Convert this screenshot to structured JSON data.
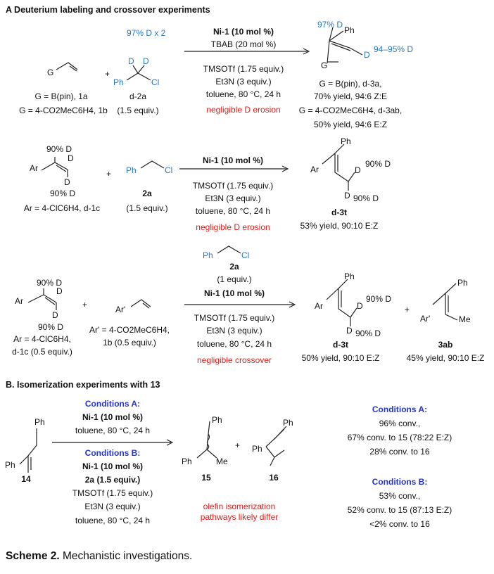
{
  "section_a": {
    "title": "A Deuterium labeling and crossover experiments",
    "row1": {
      "g_label": "G",
      "plus": "+",
      "reagent_top": "97% D x 2",
      "reagent_d1": "D",
      "reagent_d2": "D",
      "reagent_ph": "Ph",
      "reagent_cl": "Cl",
      "cond_catalyst": "Ni-1 (10 mol %)",
      "cond_additive": "TBAB (20 mol %)",
      "cond_tmsotf": "TMSOTf (1.75 equiv.)",
      "cond_base": "Et3N (3 equiv.)",
      "cond_solvent": "toluene, 80 °C, 24 h",
      "cond_note": "negligible D erosion",
      "sub_line1": "G = B(pin), 1a",
      "sub_line2": "G = 4-CO2MeC6H4, 1b",
      "reagent_name": "d-2a",
      "reagent_equiv": "(1.5 equiv.)",
      "prod_top_d": "97% D",
      "prod_ph": "Ph",
      "prod_g": "G",
      "prod_d": "D",
      "prod_d_pct": "94–95% D",
      "prod_line1": "G = B(pin), d-3a,",
      "prod_line2": "70% yield, 94:6 Z:E",
      "prod_line3": "G = 4-CO2MeC6H4, d-3ab,",
      "prod_line4": "50% yield, 94:6 E:Z"
    },
    "row2": {
      "top_pct": "90% D",
      "ar": "Ar",
      "d_a": "D",
      "d_b": "D",
      "bot_pct": "90% D",
      "ar_def": "Ar = 4-ClC6H4, d-1c",
      "plus": "+",
      "reagent_ph": "Ph",
      "reagent_cl": "Cl",
      "reagent_name": "2a",
      "reagent_equiv": "(1.5 equiv.)",
      "cond_catalyst": "Ni-1 (10 mol %)",
      "cond_tmsotf": "TMSOTf (1.75 equiv.)",
      "cond_base": "Et3N (3 equiv.)",
      "cond_solvent": "toluene, 80 °C, 24 h",
      "cond_note": "negligible D erosion",
      "prod_ph": "Ph",
      "prod_ar": "Ar",
      "prod_d1": "D",
      "prod_d1_pct": "90% D",
      "prod_d2": "D",
      "prod_d2_pct": "90% D",
      "prod_name": "d-3t",
      "prod_yield": "53% yield, 90:10 E:Z"
    },
    "row3": {
      "top_pct": "90% D",
      "ar": "Ar",
      "d_a": "D",
      "d_b": "D",
      "bot_pct": "90% D",
      "ar_def": "Ar = 4-ClC6H4,",
      "ar_def2": "d-1c (0.5 equiv.)",
      "plus1": "+",
      "ar2": "Ar'",
      "ar2_def": "Ar' = 4-CO2MeC6H4,",
      "ar2_def2": "1b (0.5 equiv.)",
      "reagent_ph": "Ph",
      "reagent_cl": "Cl",
      "reagent_name": "2a",
      "reagent_equiv": "(1 equiv.)",
      "cond_catalyst": "Ni-1 (10 mol %)",
      "cond_tmsotf": "TMSOTf (1.75 equiv.)",
      "cond_base": "Et3N (3 equiv.)",
      "cond_solvent": "toluene, 80 °C, 24 h",
      "cond_note": "negligible crossover",
      "prod_ph": "Ph",
      "prod_ar": "Ar",
      "prod_d1": "D",
      "prod_d1_pct": "90% D",
      "prod_d2": "D",
      "prod_d2_pct": "90% D",
      "prod_name": "d-3t",
      "prod_yield": "50% yield, 90:10 E:Z",
      "plus2": "+",
      "prod2_ph": "Ph",
      "prod2_ar": "Ar'",
      "prod2_me": "Me",
      "prod2_name": "3ab",
      "prod2_yield": "45% yield, 90:10 E:Z"
    }
  },
  "section_b": {
    "title": "B. Isomerization experiments with 13",
    "start_ph_top": "Ph",
    "start_ph_left": "Ph",
    "start_name": "14",
    "cond_a_title": "Conditions A:",
    "cond_a_catalyst": "Ni-1 (10 mol %)",
    "cond_a_solvent": "toluene, 80 °C, 24 h",
    "cond_b_title": "Conditions B:",
    "cond_b_catalyst": "Ni-1 (10 mol %)",
    "cond_b_reagent": "2a (1.5 equiv.)",
    "cond_b_tmsotf": "TMSOTf (1.75 equiv.)",
    "cond_b_base": "Et3N (3 equiv.)",
    "cond_b_solvent": "toluene, 80 °C, 24 h",
    "p15_ph_top": "Ph",
    "p15_ph": "Ph",
    "p15_me": "Me",
    "p15_name": "15",
    "plus": "+",
    "p16_ph_top": "Ph",
    "p16_ph": "Ph",
    "p16_name": "16",
    "note_line1": "olefin isomerization",
    "note_line2": "pathways likely differ",
    "res_a_title": "Conditions A:",
    "res_a_line1": "96% conv.,",
    "res_a_line2": "67% conv. to 15 (78:22 E:Z)",
    "res_a_line3": "28% conv. to 16",
    "res_b_title": "Conditions B:",
    "res_b_line1": "53% conv.,",
    "res_b_line2": "52% conv. to 15 (87:13 E:Z)",
    "res_b_line3": "<2% conv. to 16"
  },
  "caption": {
    "label": "Scheme 2.",
    "text": " Mechanistic investigations."
  }
}
